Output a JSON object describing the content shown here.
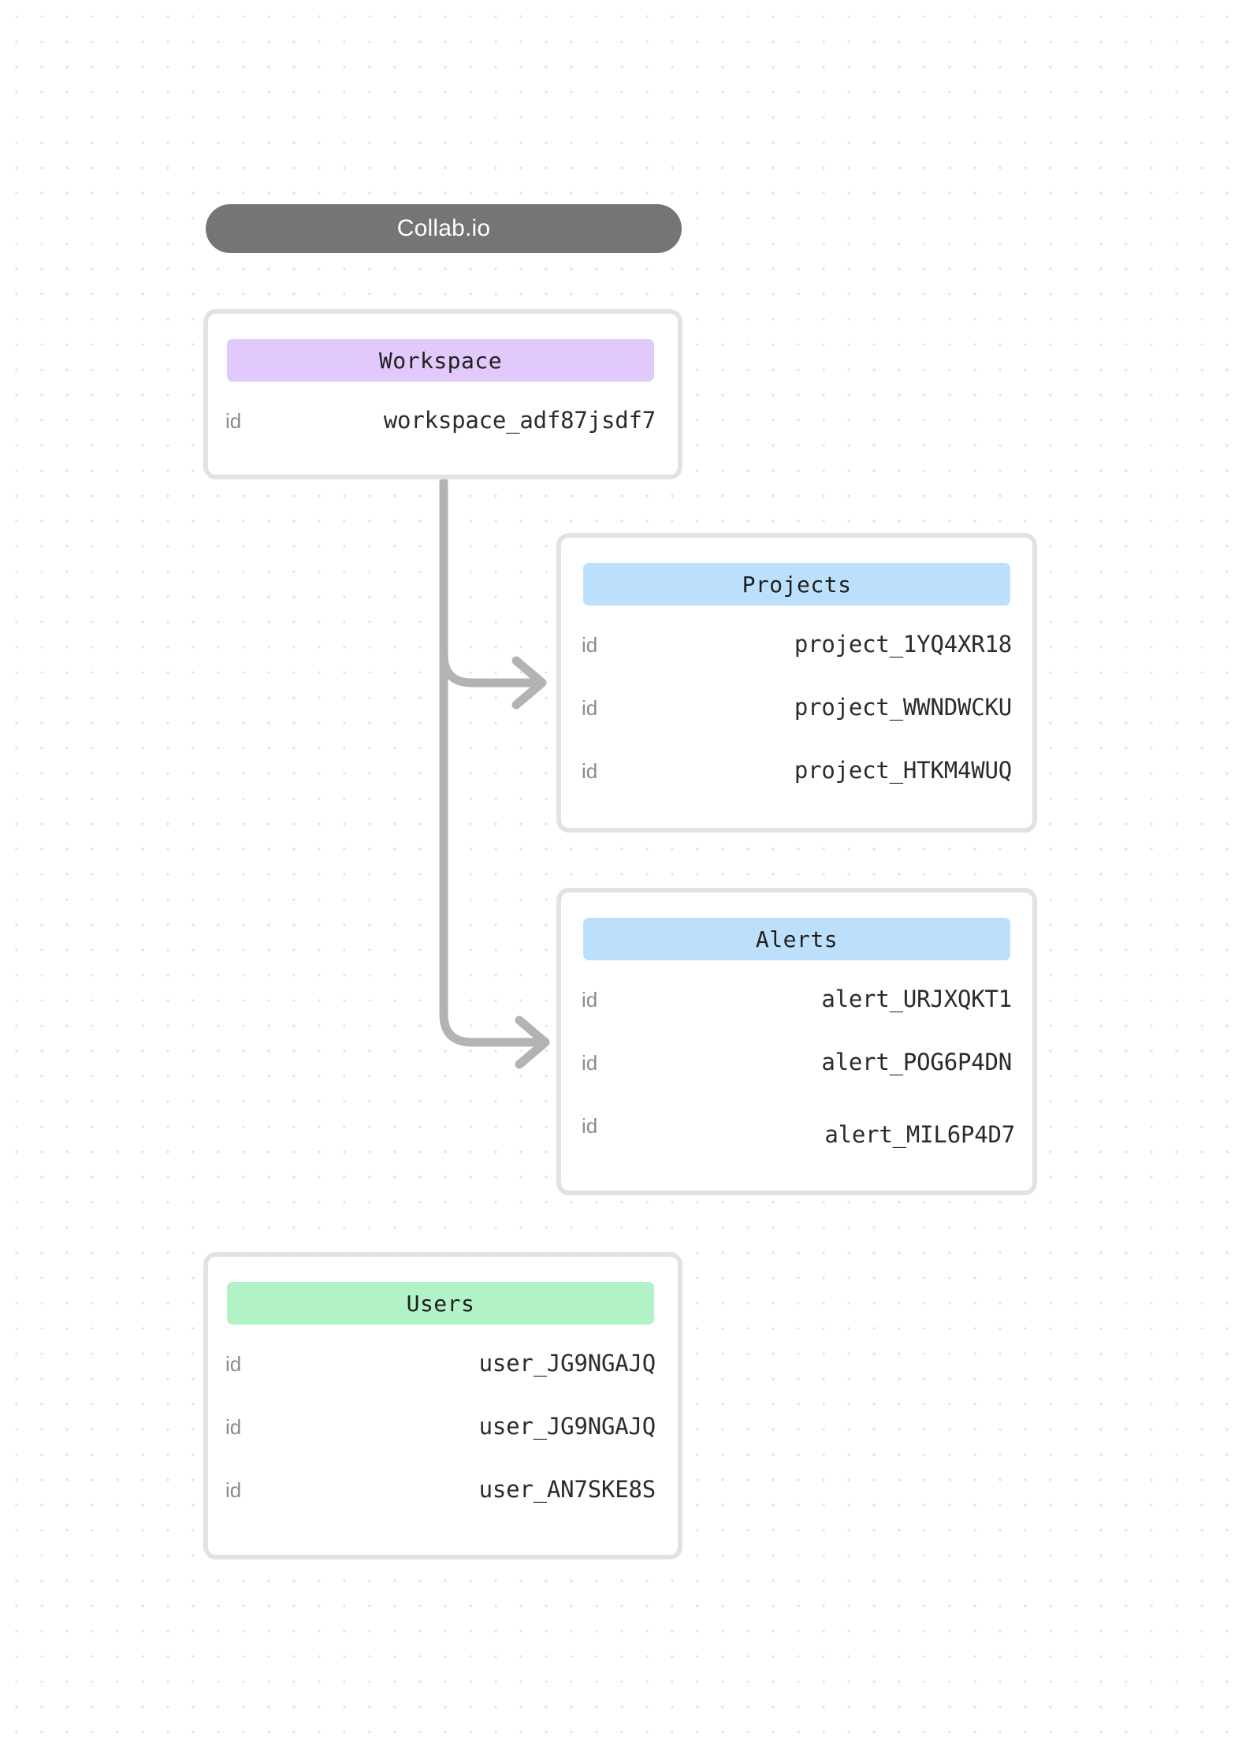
{
  "diagram": {
    "title": "Collab.io",
    "background": {
      "dot_color": "#e3e3e3",
      "page_color": "#ffffff"
    },
    "colors": {
      "title_pill": "#757575",
      "workspace_chip": "#e1c9fb",
      "projects_chip": "#bce0fb",
      "alerts_chip": "#bce0fb",
      "users_chip": "#b1f2c7",
      "card_border": "#e2e2e2",
      "connector": "#b0b0b0",
      "key_text": "#8b8b8b",
      "value_text": "#2b2b2b"
    },
    "entities": [
      {
        "id": "workspace",
        "name": "Workspace",
        "rows": [
          {
            "key": "id",
            "value": "workspace_adf87jsdf7"
          }
        ]
      },
      {
        "id": "projects",
        "name": "Projects",
        "rows": [
          {
            "key": "id",
            "value": "project_1YQ4XR18"
          },
          {
            "key": "id",
            "value": "project_WWNDWCKU"
          },
          {
            "key": "id",
            "value": "project_HTKM4WUQ"
          }
        ]
      },
      {
        "id": "alerts",
        "name": "Alerts",
        "rows": [
          {
            "key": "id",
            "value": "alert_URJXQKT1"
          },
          {
            "key": "id",
            "value": "alert_POG6P4DN"
          },
          {
            "key": "id",
            "value": "alert_MIL6P4D7"
          }
        ]
      },
      {
        "id": "users",
        "name": "Users",
        "rows": [
          {
            "key": "id",
            "value": "user_JG9NGAJQ"
          },
          {
            "key": "id",
            "value": "user_JG9NGAJQ"
          },
          {
            "key": "id",
            "value": "user_AN7SKE8S"
          }
        ]
      }
    ],
    "connections": [
      {
        "from": "workspace",
        "to": "projects"
      },
      {
        "from": "workspace",
        "to": "alerts"
      }
    ]
  }
}
